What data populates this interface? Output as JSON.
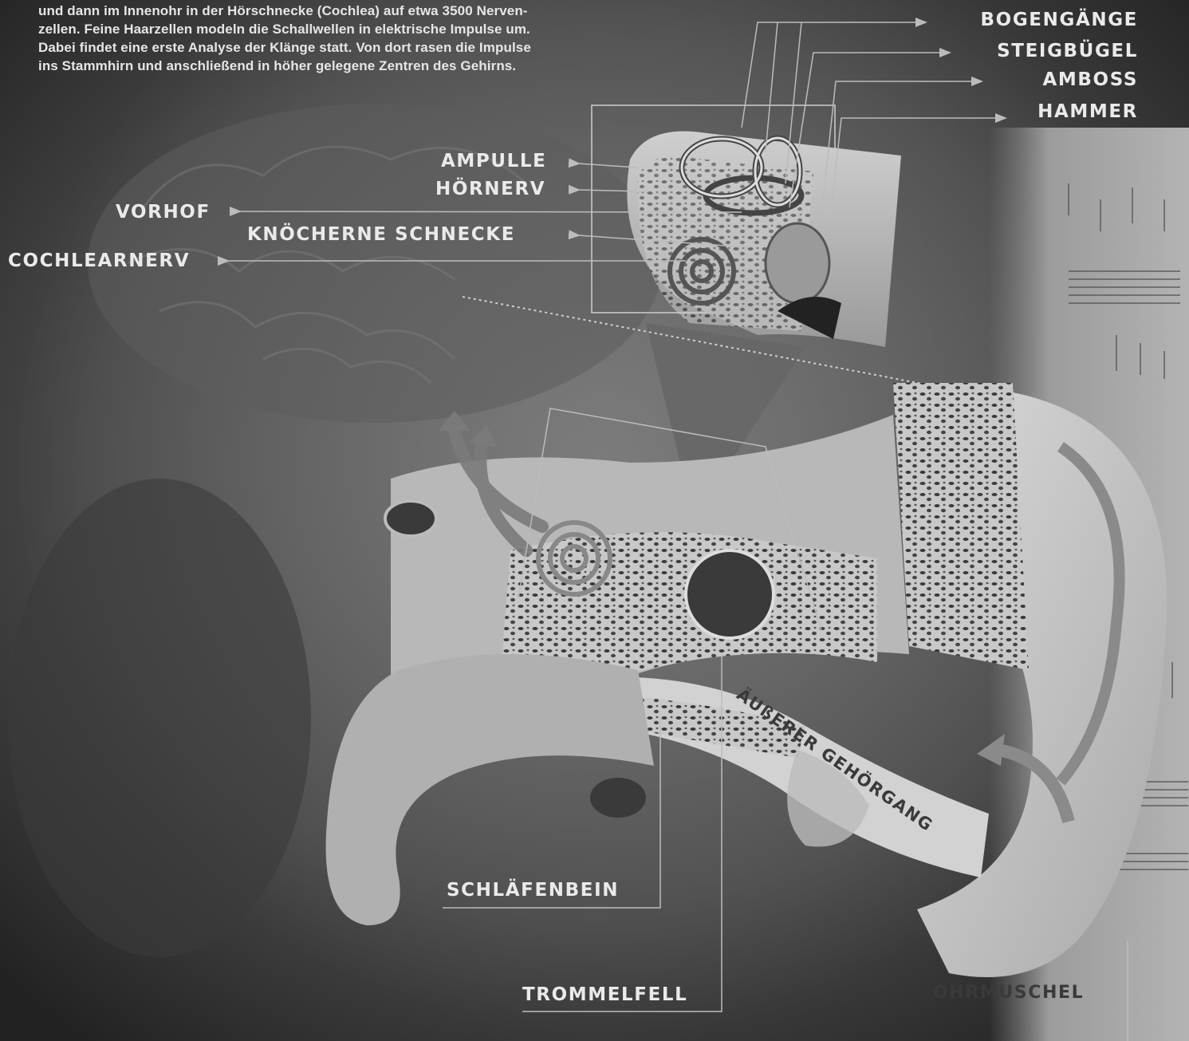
{
  "intro_text": [
    "und dann im Innenohr in der Hörschnecke (Cochlea) auf etwa 3500 Nerven-",
    "zellen. Feine Haarzellen modeln die Schallwellen in elektrische Impulse um.",
    "Dabei findet eine erste Analyse der Klänge statt. Von dort rasen die Impulse",
    "ins Stammhirn und anschließend in höher gelegene Zentren des Gehirns."
  ],
  "labels": {
    "bogengaenge": "BOGENGÄNGE",
    "steigbuegel": "STEIGBÜGEL",
    "amboss": "AMBOSS",
    "hammer": "HAMMER",
    "ampulle": "AMPULLE",
    "hoernerv": "HÖRNERV",
    "vorhof": "VORHOF",
    "knoecherne_schnecke": "KNÖCHERNE SCHNECKE",
    "cochlearnerv": "COCHLEARNERV",
    "aeusserer_gehoergang": "ÄUßERER GEHÖRGANG",
    "schlaefenbein": "SCHLÄFENBEIN",
    "trommelfell": "TROMMELFELL",
    "ohrmuschel": "OHRMUSCHEL"
  },
  "colors": {
    "background": "#2e2e2e",
    "label_light": "#eaeaea",
    "label_dark": "#3a3a3a",
    "leader_line": "#bcbcbc"
  }
}
